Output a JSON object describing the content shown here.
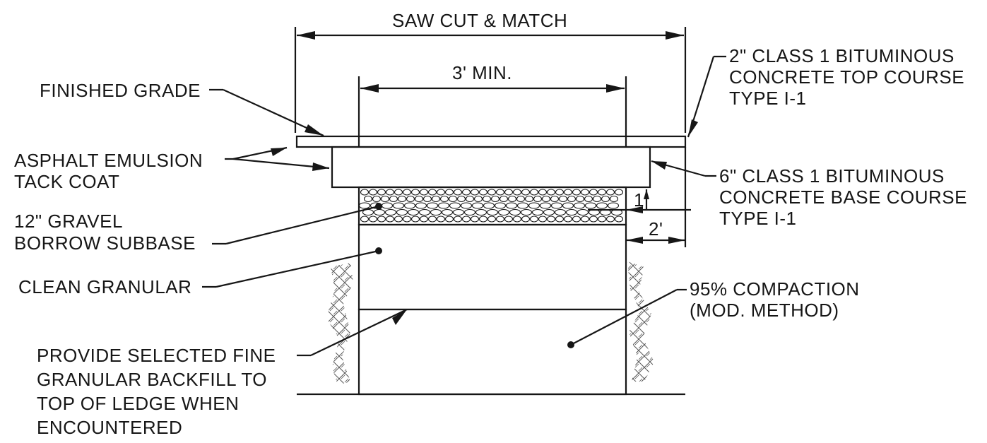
{
  "labels": {
    "saw_cut": "SAW CUT & MATCH",
    "min_width": "3' MIN.",
    "finished_grade": "FINISHED GRADE",
    "top_course": [
      "2\" CLASS 1 BITUMINOUS",
      "CONCRETE TOP COURSE",
      "TYPE I-1"
    ],
    "tack_coat": [
      "ASPHALT EMULSION",
      "TACK COAT"
    ],
    "base_course": [
      "6\" CLASS 1 BITUMINOUS",
      "CONCRETE BASE COURSE",
      "TYPE I-1"
    ],
    "gravel": [
      "12\" GRAVEL",
      "BORROW SUBBASE"
    ],
    "slope_rise": "1",
    "offset": "2'",
    "clean_granular": "CLEAN GRANULAR",
    "compaction": [
      "95% COMPACTION",
      "(MOD. METHOD)"
    ],
    "backfill": [
      "PROVIDE SELECTED FINE",
      "GRANULAR BACKFILL TO",
      "TOP OF LEDGE WHEN",
      "ENCOUNTERED"
    ]
  },
  "colors": {
    "ink": "#161616",
    "paper": "#ffffff",
    "top_course_fill": "#e3e3e3"
  }
}
